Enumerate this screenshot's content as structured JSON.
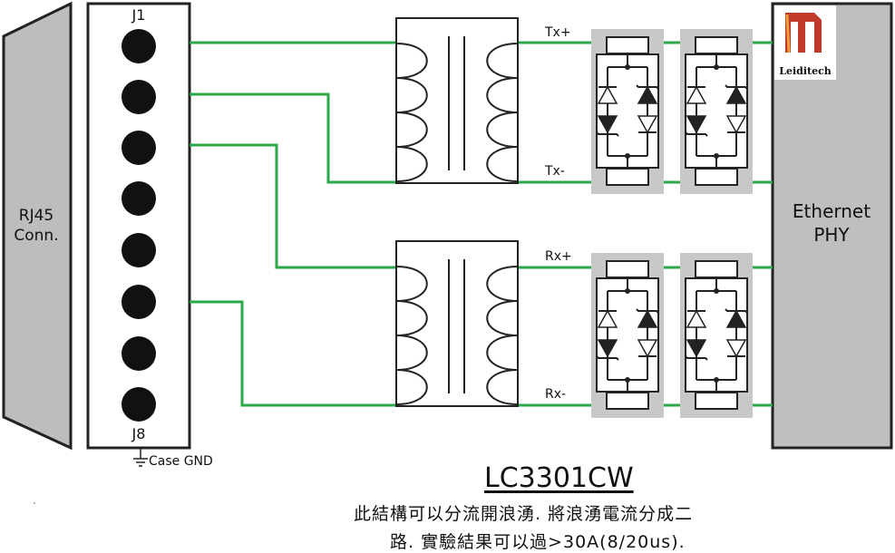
{
  "rj45": {
    "label_line1": "RJ45",
    "label_line2": "Conn."
  },
  "jack": {
    "top_label": "J1",
    "bottom_label": "J8",
    "ground_label": "Case GND"
  },
  "signals": {
    "tx_plus": "Tx+",
    "tx_minus": "Tx-",
    "rx_plus": "Rx+",
    "rx_minus": "Rx-"
  },
  "phy": {
    "label_line1": "Ethernet",
    "label_line2": "PHY"
  },
  "logo": {
    "text": "Leiditech",
    "color": "#c0392b"
  },
  "caption": {
    "part_number": "LC3301CW",
    "description_line1": "此結構可以分流開浪湧. 將浪湧電流分成二",
    "description_line2": "路. 實驗結果可以過>30A(8/20us)."
  },
  "colors": {
    "wire": "#2aa84a",
    "block_fill": "#bfbfbf",
    "tvs_highlight": "#c8c8c8"
  }
}
